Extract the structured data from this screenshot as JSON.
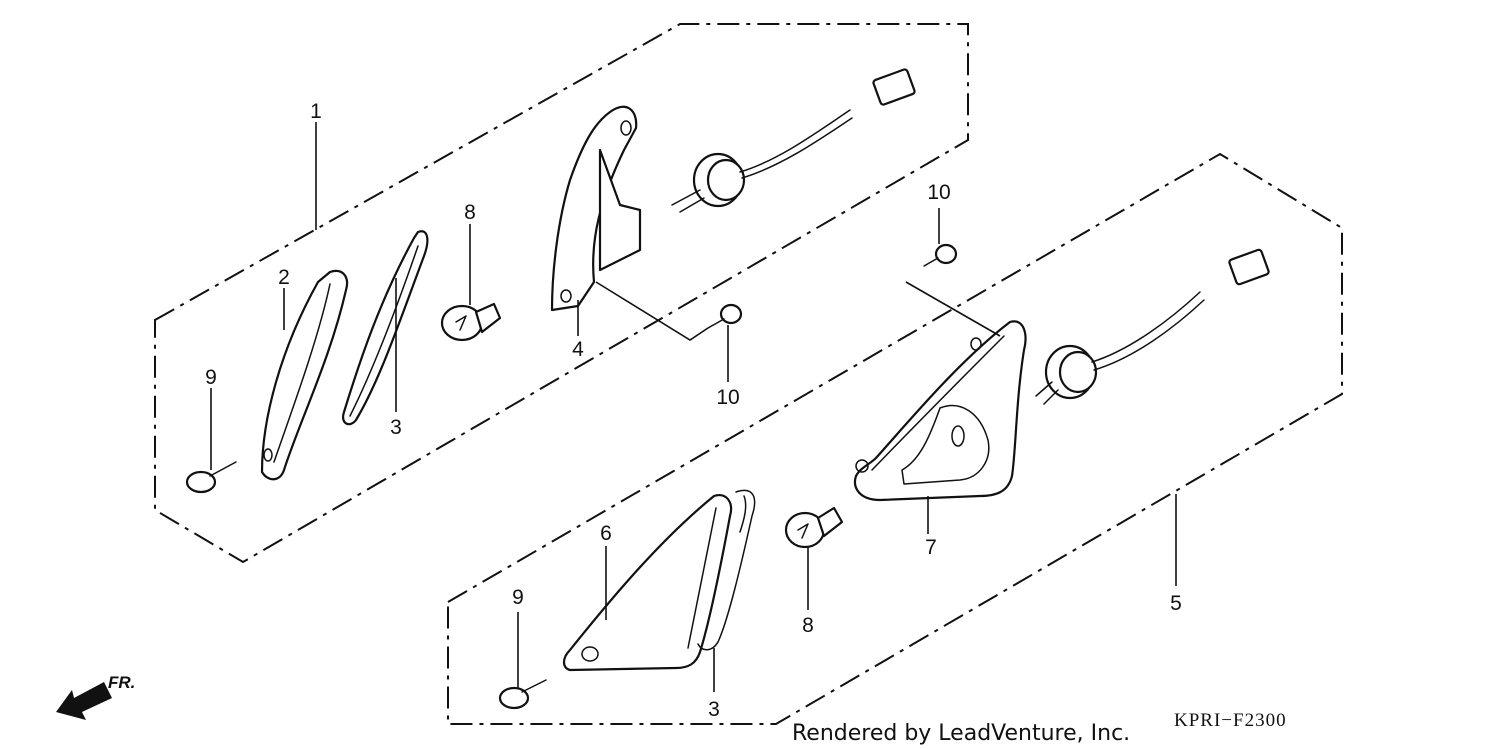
{
  "callouts": {
    "c1": "1",
    "c2": "2",
    "c3a": "3",
    "c4": "4",
    "c8a": "8",
    "c9a": "9",
    "c10a": "10",
    "c10b": "10",
    "c5": "5",
    "c6": "6",
    "c7": "7",
    "c8b": "8",
    "c9b": "9",
    "c3b": "3"
  },
  "direction_label": "FR.",
  "credit": "Rendered by LeadVenture, Inc.",
  "diagram_code": "KPRI−F2300"
}
